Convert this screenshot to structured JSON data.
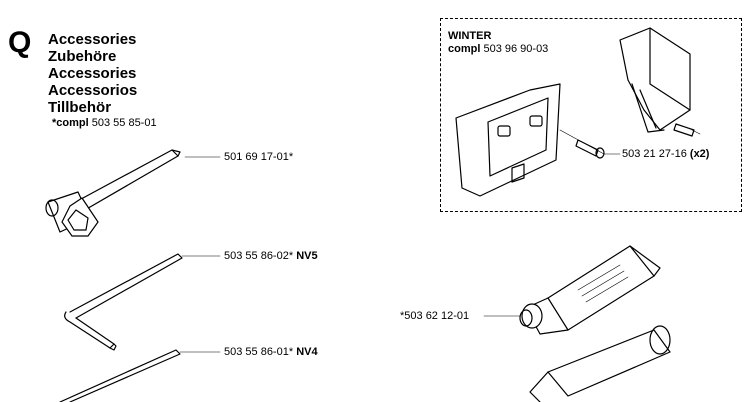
{
  "section": {
    "letter": "Q",
    "titles": [
      "Accessories",
      "Zubehöre",
      "Accessories",
      "Accessorios",
      "Tillbehör"
    ],
    "compl_prefix": "*compl",
    "compl_number": "503 55 85-01"
  },
  "parts": [
    {
      "number": "501 69 17-01*",
      "suffix": ""
    },
    {
      "number": "503 55 86-02*",
      "suffix": "NV5"
    },
    {
      "number": "503 55 86-01*",
      "suffix": "NV4"
    },
    {
      "number": "*503 62 12-01",
      "suffix": ""
    }
  ],
  "winter": {
    "title": "WINTER",
    "compl_prefix": "compl",
    "compl_number": "503 96 90-03",
    "bolt_number": "503 21 27-16",
    "bolt_qty": "(x2)"
  }
}
